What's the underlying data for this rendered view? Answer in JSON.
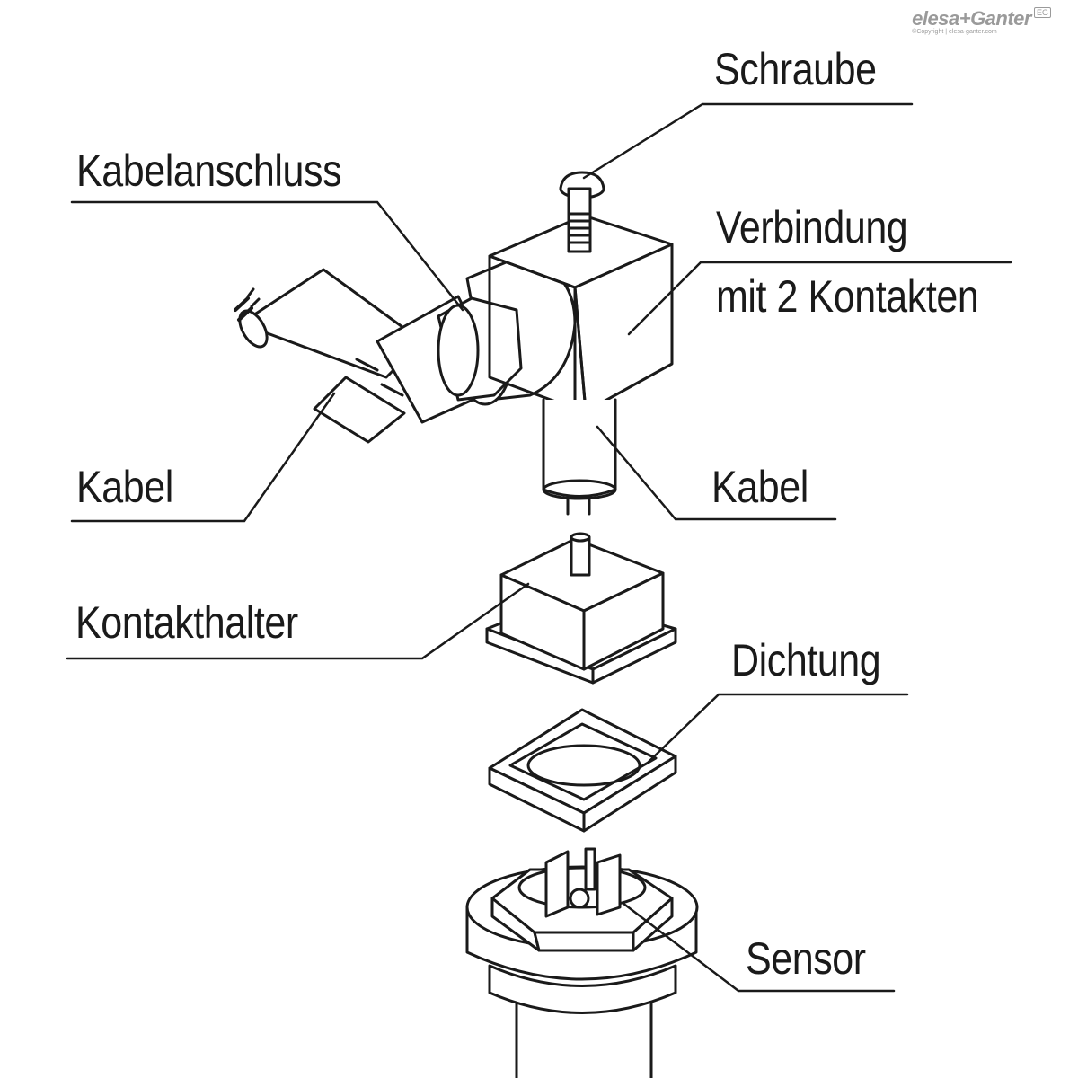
{
  "brand": {
    "name": "elesa+Ganter",
    "badge": "EG",
    "copyright": "©Copyright | elesa-ganter.com"
  },
  "labels": {
    "schraube": "Schraube",
    "kabelanschluss": "Kabelanschluss",
    "verbindung_line1": "Verbindung",
    "verbindung_line2": "mit 2 Kontakten",
    "kabel_left": "Kabel",
    "kabel_right": "Kabel",
    "kontakthalter": "Kontakthalter",
    "dichtung": "Dichtung",
    "sensor": "Sensor"
  },
  "colors": {
    "line": "#1a1a1a",
    "fill": "#ffffff",
    "logo": "#9a9a9a"
  }
}
